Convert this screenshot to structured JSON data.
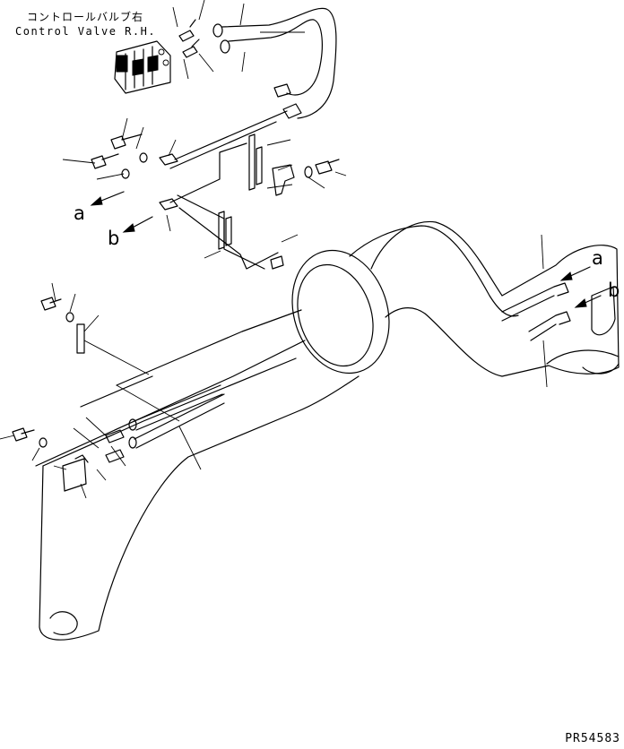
{
  "labels": {
    "part_name_jp": "コントロールバルブ右",
    "part_name_en": "Control Valve R.H.",
    "mark_a_left": "a",
    "mark_b_left": "b",
    "mark_a_right": "a",
    "mark_b_right": "b",
    "illustration_code": "PR54583"
  }
}
